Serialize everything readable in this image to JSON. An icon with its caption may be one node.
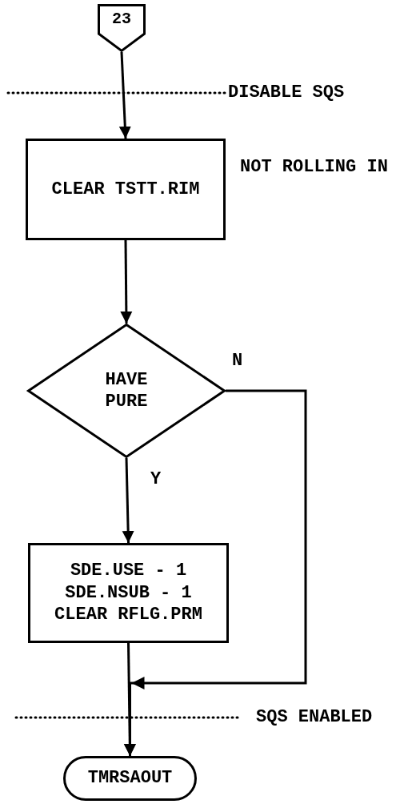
{
  "diagram": {
    "nodes": [
      {
        "text": [
          "23"
        ]
      },
      {
        "text": [
          "CLEAR TSTT.RIM"
        ],
        "beside": [
          "NOT ROLLING IN"
        ]
      },
      {
        "text": [
          "HAVE PURE"
        ]
      },
      {
        "text": [
          "SDE.USE - 1",
          "SDE.NSUB - 1",
          "CLEAR RFLG.PRM"
        ]
      },
      {
        "text": [
          "TMRSAOUT"
        ]
      }
    ],
    "edges": [
      {
        "from": 0,
        "to": 1,
        "arrow": "to"
      },
      {
        "from": 1,
        "to": 2,
        "arrow": "to"
      },
      {
        "from": 2,
        "to": 3,
        "arrow": "to",
        "label": "Y"
      },
      {
        "from": 3,
        "to": 4,
        "arrow": "to"
      },
      {
        "from": 2,
        "to": 4,
        "arrow": "to",
        "label": "N"
      }
    ],
    "labels": [
      "DISABLE SQS",
      "SQS ENABLED"
    ]
  }
}
